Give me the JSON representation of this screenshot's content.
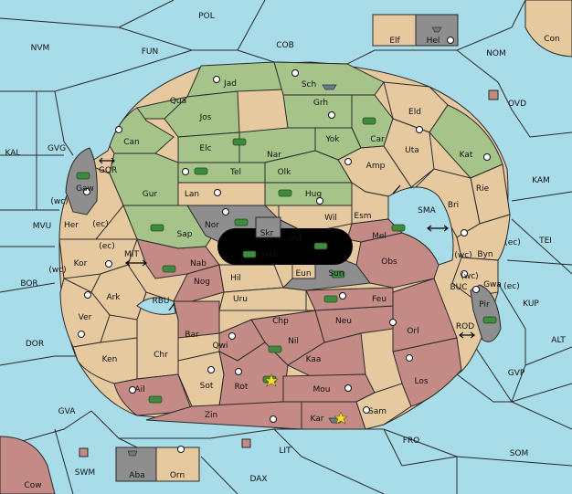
{
  "map": {
    "colors": {
      "sea": "#a7dce8",
      "neutral": "#e7c9a0",
      "green_power": "#a6c48a",
      "red_power": "#c48a85",
      "gray_power": "#8e8e8e",
      "army": "#3f8a3f",
      "star": "#f3e02c"
    },
    "seas": {
      "POL": "POL",
      "NVM": "NVM",
      "FUN": "FUN",
      "COB": "COB",
      "NOM": "NOM",
      "OVD": "OVD",
      "KAL": "KAL",
      "GVG": "GVG",
      "KAM": "KAM",
      "TEI": "TEI",
      "MVU": "MVU",
      "MIT": "MIT",
      "SMA": "SMA",
      "BOR": "BOR",
      "RBU": "RBU",
      "BUC": "BUC",
      "KUP": "KUP",
      "DOR": "DOR",
      "ALT": "ALT",
      "ROD": "ROD",
      "GVP": "GVP",
      "GVA": "GVA",
      "FRO": "FRO",
      "SOM": "SOM",
      "SWM": "SWM",
      "LIT": "LIT",
      "DAX": "DAX",
      "GOR": "GOR"
    },
    "lands": {
      "Elf": "Elf",
      "Hel": "Hel",
      "Con": "Con",
      "Jad": "Jad",
      "Sch": "Sch",
      "Qua": "Qua",
      "Jos": "Jos",
      "Grh": "Grh",
      "Can": "Can",
      "Elc": "Elc",
      "Nar": "Nar",
      "Yok": "Yok",
      "Car": "Car",
      "Eld": "Eld",
      "Uta": "Uta",
      "Kat": "Kat",
      "Tel": "Tel",
      "Olk": "Olk",
      "Amp": "Amp",
      "Gaw": "Gaw",
      "Gur": "Gur",
      "Lan": "Lan",
      "Hug": "Hug",
      "Rie": "Rie",
      "Bri": "Bri",
      "Nor": "Nor",
      "Wil": "Wil",
      "Esm": "Esm",
      "Her": "Her",
      "Sap": "Sap",
      "Skr": "Skr",
      "Ost": "Ost",
      "Mel": "Mel",
      "Byn": "Byn",
      "Web": "Web",
      "Kor": "Kor",
      "Nab": "Nab",
      "Obs": "Obs",
      "Eun": "Eun",
      "Sun": "Sun",
      "Gwa": "Gwa",
      "Hil": "Hil",
      "Nog": "Nog",
      "Ark": "Ark",
      "Uru": "Uru",
      "Feu": "Feu",
      "Pir": "Pir",
      "Ver": "Ver",
      "Chp": "Chp",
      "Neu": "Neu",
      "Bar": "Bar",
      "Orl": "Orl",
      "Qwi": "Qwi",
      "Nil": "Nil",
      "Ken": "Ken",
      "Chr": "Chr",
      "Kaa": "Kaa",
      "Los": "Los",
      "Ail": "Ail",
      "Sot": "Sot",
      "Rot": "Rot",
      "Mou": "Mou",
      "Zin": "Zin",
      "Sam": "Sam",
      "Kar": "Kar",
      "Cow": "Cow",
      "Aba": "Aba",
      "Orn": "Orn"
    },
    "coasts": {
      "wc": "(wc)",
      "ec": "(ec)"
    }
  }
}
